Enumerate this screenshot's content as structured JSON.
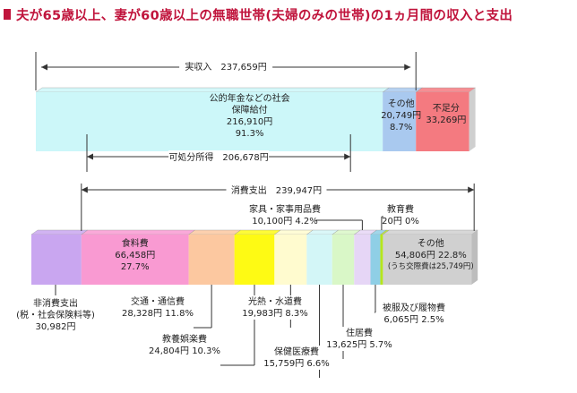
{
  "title": "夫が65歳以上、妻が60歳以上の無職世帯(夫婦のみの世帯)の1ヵ月間の収入と支出",
  "chart_data": [
    {
      "type": "bar",
      "stacked": true,
      "name": "income",
      "total_label": "実収入",
      "total": "237,659円",
      "segments": [
        {
          "label": "公的年金などの社会保障給付",
          "amount": "216,910円",
          "share": "91.3%",
          "value": 216910,
          "color": "#ccf7f9"
        },
        {
          "label": "その他",
          "amount": "20,749円",
          "share": "8.7%",
          "value": 20749,
          "color": "#a9c9ef"
        },
        {
          "label": "不足分",
          "amount": "33,269円",
          "share": "",
          "value": 33269,
          "color": "#f47a80"
        }
      ],
      "disposable_label": "可処分所得",
      "disposable": "206,678円"
    },
    {
      "type": "bar",
      "stacked": true,
      "name": "expenditure",
      "consumption_label": "消費支出",
      "consumption": "239,947円",
      "segments": [
        {
          "label": "非消費支出\n(税・社会保険料等)",
          "amount": "30,982円",
          "share": "",
          "value": 30982,
          "color": "#c9a6f0"
        },
        {
          "label": "食料費",
          "amount": "66,458円",
          "share": "27.7%",
          "value": 66458,
          "color": "#f99ad2"
        },
        {
          "label": "交通・通信費",
          "amount": "28,328円",
          "share": "11.8%",
          "value": 28328,
          "color": "#fcc8a0"
        },
        {
          "label": "教養娯楽費",
          "amount": "24,804円",
          "share": "10.3%",
          "value": 24804,
          "color": "#fefa14"
        },
        {
          "label": "光熱・水道費",
          "amount": "19,983円",
          "share": "8.3%",
          "value": 19983,
          "color": "#fffbcf"
        },
        {
          "label": "保健医療費",
          "amount": "15,759円",
          "share": "6.6%",
          "value": 15759,
          "color": "#d3f6f7"
        },
        {
          "label": "住居費",
          "amount": "13,625円",
          "share": "5.7%",
          "value": 13625,
          "color": "#d9f7c7"
        },
        {
          "label": "家具・家事用品費",
          "amount": "10,100円",
          "share": "4.2%",
          "value": 10100,
          "color": "#e6d6f6"
        },
        {
          "label": "被服及び履物費",
          "amount": "6,065円",
          "share": "2.5%",
          "value": 6065,
          "color": "#8fcfe6"
        },
        {
          "label": "教育費",
          "amount": "20円",
          "share": "0%",
          "value": 20,
          "color": "#b5e61d"
        },
        {
          "label": "その他",
          "amount": "54,806円",
          "share": "22.8%",
          "value": 54806,
          "color": "#d0d0d0",
          "note": "(うち交際費は25,749円)"
        }
      ]
    }
  ]
}
